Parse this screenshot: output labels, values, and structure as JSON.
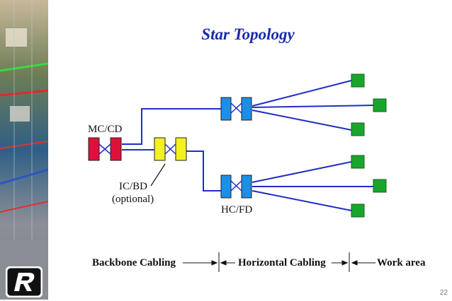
{
  "slide": {
    "title": "Star Topology",
    "page_number": "22"
  },
  "labels": {
    "main_cross_connect": "MC/CD",
    "intermediate_cross_connect": "IC/BD",
    "intermediate_note": "(optional)",
    "horizontal_cross_connect": "HC/FD"
  },
  "cabling": {
    "backbone": "Backbone Cabling",
    "horizontal": "Horizontal Cabling",
    "work_area": "Work area"
  },
  "colors": {
    "title": "#1a2ca8",
    "cable": "#1f2fc4",
    "main_cross_connect": "#e0103c",
    "intermediate_cross_connect": "#f2f21e",
    "horizontal_cross_connect": "#1c8fe8",
    "work_area_outlet": "#17a62c"
  }
}
